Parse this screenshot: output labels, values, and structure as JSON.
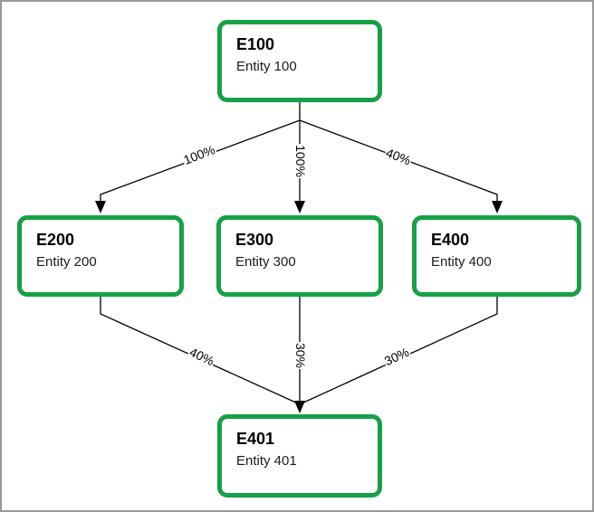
{
  "diagram": {
    "colors": {
      "node_border": "#15A049",
      "canvas_border": "#999999",
      "edge": "#000000",
      "background": "#ffffff"
    },
    "nodes": [
      {
        "id": "E100",
        "title": "E100",
        "subtitle": "Entity 100"
      },
      {
        "id": "E200",
        "title": "E200",
        "subtitle": "Entity 200"
      },
      {
        "id": "E300",
        "title": "E300",
        "subtitle": "Entity 300"
      },
      {
        "id": "E400",
        "title": "E400",
        "subtitle": "Entity 400"
      },
      {
        "id": "E401",
        "title": "E401",
        "subtitle": "Entity 401"
      }
    ],
    "edges": [
      {
        "from": "E100",
        "to": "E200",
        "label": "100%"
      },
      {
        "from": "E100",
        "to": "E300",
        "label": "100%"
      },
      {
        "from": "E100",
        "to": "E400",
        "label": "40%"
      },
      {
        "from": "E200",
        "to": "E401",
        "label": "40%"
      },
      {
        "from": "E300",
        "to": "E401",
        "label": "30%"
      },
      {
        "from": "E400",
        "to": "E401",
        "label": "30%"
      }
    ]
  }
}
